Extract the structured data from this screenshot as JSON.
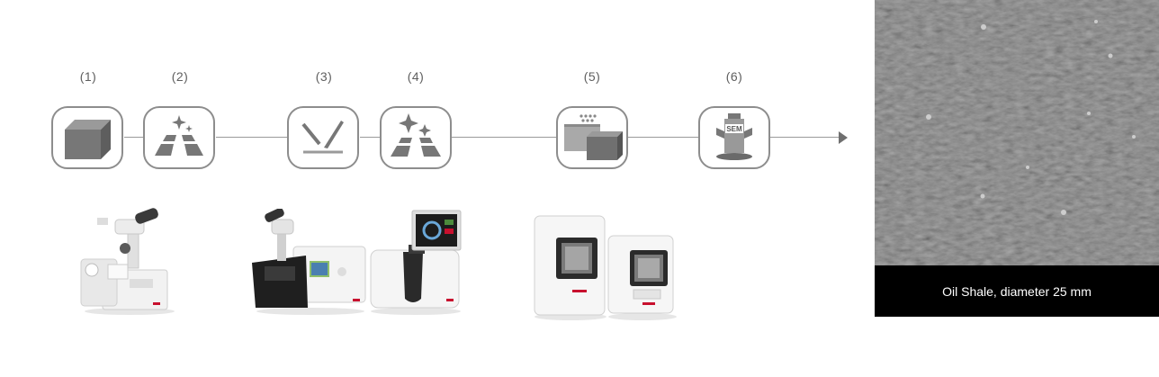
{
  "steps": [
    {
      "label": "(1)",
      "icon": "cube-block-icon"
    },
    {
      "label": "(2)",
      "icon": "sparkle-surface-icon"
    },
    {
      "label": "(3)",
      "icon": "cutting-blade-icon"
    },
    {
      "label": "(4)",
      "icon": "polished-surface-icon"
    },
    {
      "label": "(5)",
      "icon": "coating-deposition-icon"
    },
    {
      "label": "(6)",
      "icon": "sem-holder-icon"
    }
  ],
  "instruments": [
    {
      "name": "stereo-microscope-trimmer"
    },
    {
      "name": "stereo-microscope-miller"
    },
    {
      "name": "touchscreen-ion-miller"
    },
    {
      "name": "coater-large"
    },
    {
      "name": "coater-small"
    }
  ],
  "result": {
    "caption": "Oil Shale, diameter 25 mm"
  },
  "colors": {
    "icon_gray": "#7a7a7a",
    "box_border": "#8d8d8d",
    "line": "#9a9a9a",
    "accent_red": "#c8102e",
    "caption_bg": "#000000"
  }
}
